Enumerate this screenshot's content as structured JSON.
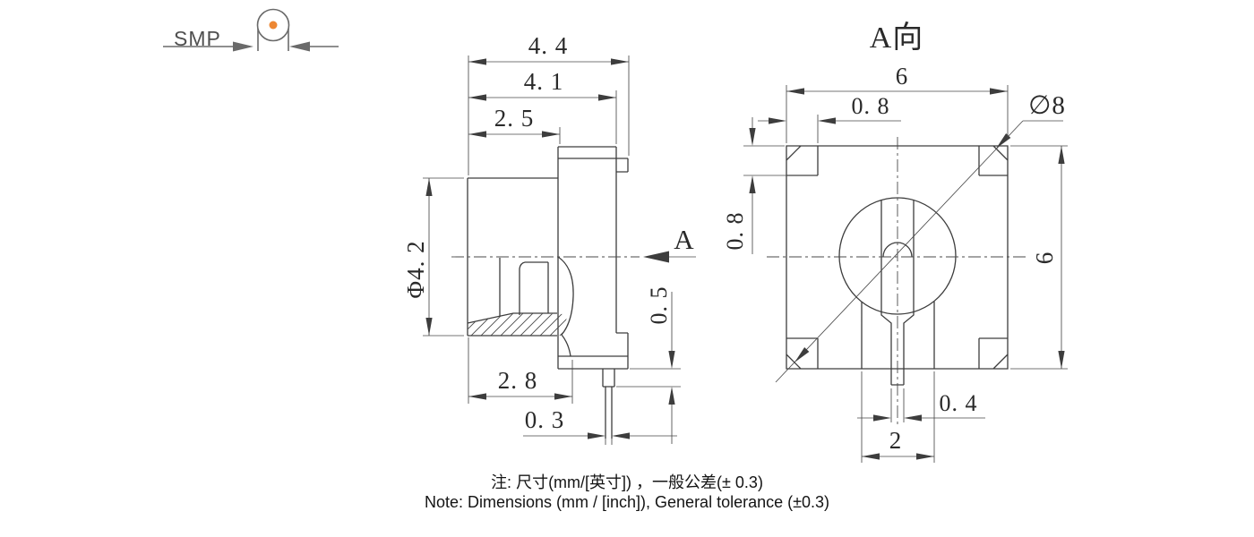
{
  "symbol": {
    "label": "SMP"
  },
  "side_view": {
    "overall_width": "4. 4",
    "flange_width": "4. 1",
    "front_width": "2. 5",
    "barrel_diameter": "Φ4. 2",
    "bottom_width": "2. 8",
    "pin_tip_width": "0. 3",
    "pin_stub_length": "0. 5",
    "section_label": "A"
  },
  "a_view": {
    "title": "A向",
    "top_width": "6",
    "corner_pad_width": "0. 8",
    "corner_pad_height": "0. 8",
    "diagonal_diameter": "∅8",
    "side_height": "6",
    "pin_width": "0. 4",
    "boss_width": "2"
  },
  "notes": {
    "line_zh": "注: 尺寸(mm/[英寸]) ，一般公差(± 0.3)",
    "line_en": "Note: Dimensions (mm / [inch]), General tolerance (±0.3)"
  },
  "colors": {
    "line": "#3d3d3d",
    "text": "#2a2a2a",
    "symbol_gray": "#6a6a6a",
    "accent_dot": "#ED8733",
    "background": "#ffffff"
  }
}
